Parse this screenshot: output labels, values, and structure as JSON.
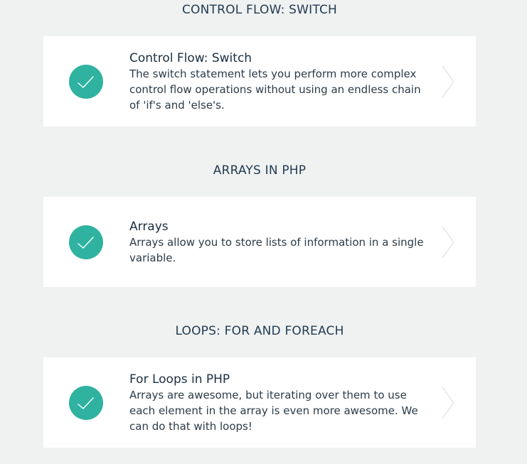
{
  "sections": [
    {
      "heading": "CONTROL FLOW: SWITCH",
      "card": {
        "title": "Control Flow: Switch",
        "description": "The switch statement lets you perform more complex control flow operations without using an endless chain of 'if's and 'else's.",
        "status_icon": "checkmark-icon",
        "nav_icon": "chevron-right-icon"
      }
    },
    {
      "heading": "ARRAYS IN PHP",
      "card": {
        "title": "Arrays",
        "description": "Arrays allow you to store lists of information in a single variable.",
        "status_icon": "checkmark-icon",
        "nav_icon": "chevron-right-icon"
      }
    },
    {
      "heading": "LOOPS: FOR AND FOREACH",
      "card": {
        "title": "For Loops in PHP",
        "description": "Arrays are awesome, but iterating over them to use each element in the array is even more awesome. We can do that with loops!",
        "status_icon": "checkmark-icon",
        "nav_icon": "chevron-right-icon"
      }
    }
  ],
  "colors": {
    "background": "#f0f2f1",
    "card": "#ffffff",
    "accent": "#2fb3a0",
    "heading": "#1f3a52",
    "chevron": "#e4e6e6"
  }
}
